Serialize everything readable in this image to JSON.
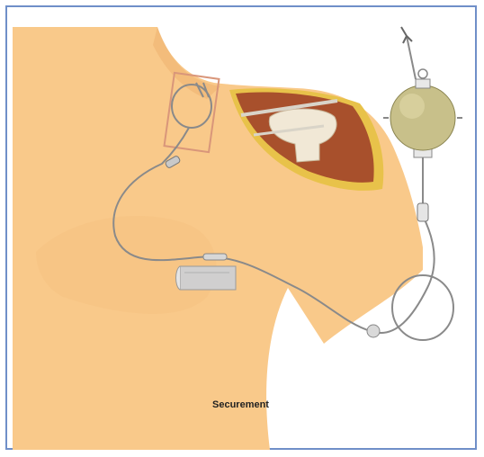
{
  "figure": {
    "caption": "Securement"
  },
  "colors": {
    "frame": "#6f8fc8",
    "skin": "#f9c98a",
    "skin_shadow": "#f0b46f",
    "incision_edge": "#e8c24a",
    "wound": "#a8502c",
    "bone": "#f1e8d6",
    "tubing": "#8a8a8a",
    "pump": "#c8c08a",
    "dressing": "#d0cfcf"
  },
  "icons": [
    "catheter-coil",
    "pump-reservoir",
    "clamp",
    "filter",
    "hanger",
    "securement-dressing"
  ]
}
